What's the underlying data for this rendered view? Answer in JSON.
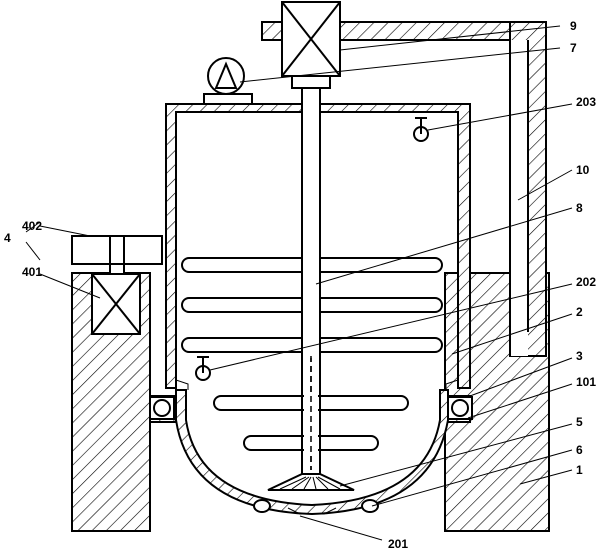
{
  "diagram": {
    "labels": {
      "l9": "9",
      "l7": "7",
      "l203": "203",
      "l10": "10",
      "l8": "8",
      "l402": "402",
      "l4": "4",
      "l401": "401",
      "l202": "202",
      "l2": "2",
      "l3": "3",
      "l101": "101",
      "l5": "5",
      "l6": "6",
      "l1": "1",
      "l201": "201"
    }
  }
}
